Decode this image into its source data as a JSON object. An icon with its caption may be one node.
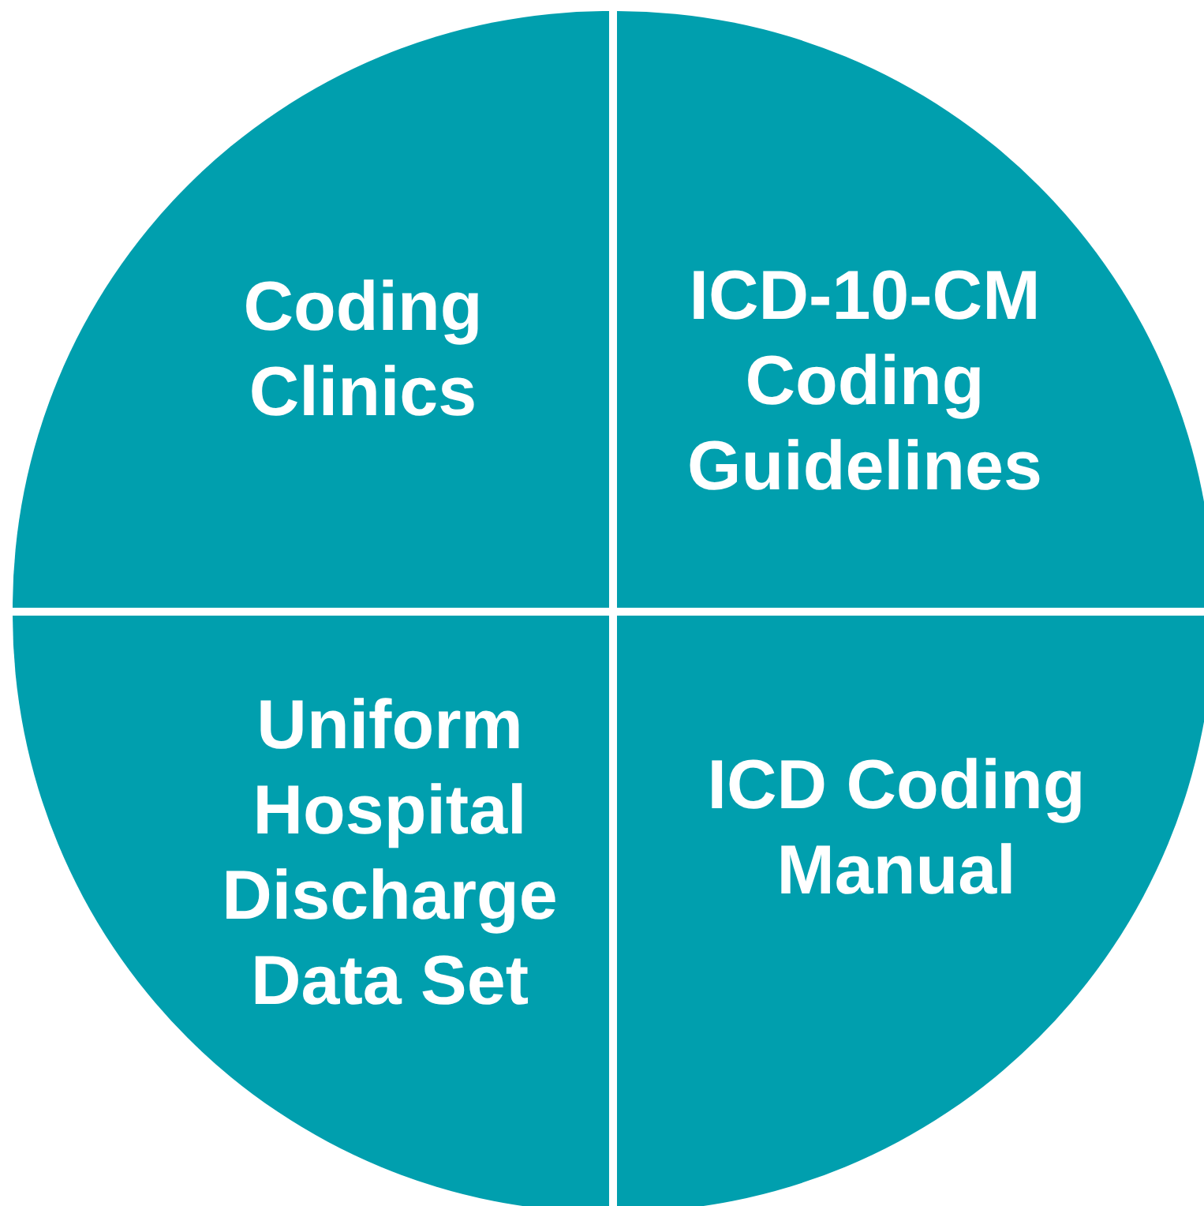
{
  "diagram": {
    "nodes": [
      {
        "text": [
          "Coding Clinics"
        ]
      },
      {
        "text": [
          "ICD-10-CM Coding Guidelines"
        ]
      },
      {
        "text": [
          "Uniform Hospital Discharge Data Set"
        ]
      },
      {
        "text": [
          "ICD Coding Manual"
        ]
      }
    ]
  }
}
